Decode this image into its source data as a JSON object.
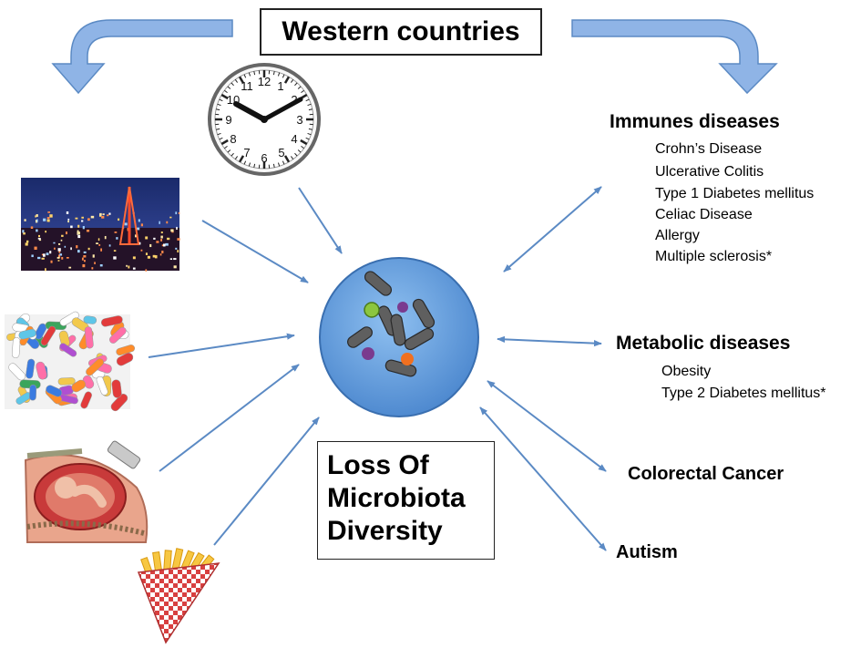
{
  "title": "Western countries",
  "center_label": [
    "Loss Of",
    "Microbiota",
    "Diversity"
  ],
  "icons": [
    "clock-icon",
    "night-city-photo",
    "pills-photo",
    "c-section-birth-illustration",
    "french-fries-icon"
  ],
  "colors": {
    "arrow": "#5b8ac4",
    "bigArrow": "#8fb4e6",
    "circle": "#5b96d8",
    "bacteria": "#5f5f5f",
    "greenBacteria": "#8cc63f",
    "purpleBacteria": "#7a3b8f",
    "orangeBacteria": "#f07020"
  },
  "outcomes": {
    "immune": {
      "heading": "Immunes diseases",
      "items": [
        "Crohn’s Disease",
        "Ulcerative Colitis",
        "Type 1 Diabetes mellitus",
        "Celiac Disease",
        "Allergy",
        "Multiple sclerosis*"
      ]
    },
    "metabolic": {
      "heading": "Metabolic diseases",
      "items": [
        "Obesity",
        "Type 2 Diabetes mellitus*"
      ]
    },
    "colorectal": {
      "heading": "Colorectal Cancer"
    },
    "autism": {
      "heading": "Autism"
    }
  }
}
